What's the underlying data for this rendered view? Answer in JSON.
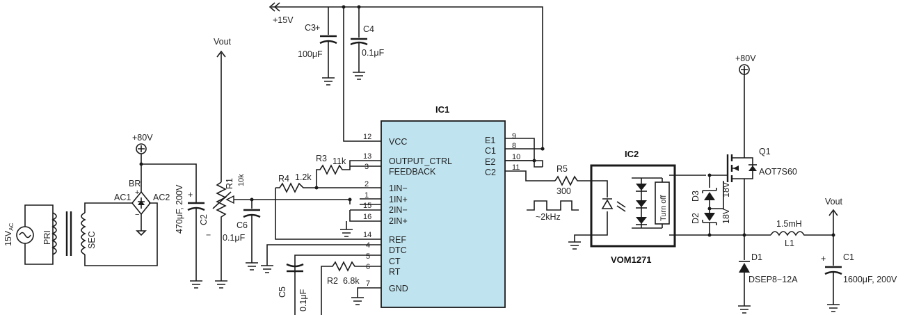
{
  "ic1": {
    "name": "IC1",
    "pins_left": [
      {
        "num": "12",
        "label": "VCC"
      },
      {
        "num": "13",
        "label": "OUTPUT_CTRL"
      },
      {
        "num": "3",
        "label": "FEEDBACK"
      },
      {
        "num": "2",
        "label": "1IN−"
      },
      {
        "num": "1",
        "label": "1IN+"
      },
      {
        "num": "15",
        "label": "2IN−"
      },
      {
        "num": "16",
        "label": "2IN+"
      },
      {
        "num": "14",
        "label": "REF"
      },
      {
        "num": "4",
        "label": "DTC"
      },
      {
        "num": "5",
        "label": "CT"
      },
      {
        "num": "6",
        "label": "RT"
      },
      {
        "num": "7",
        "label": "GND"
      }
    ],
    "pins_right": [
      {
        "num": "9",
        "label": "E1"
      },
      {
        "num": "8",
        "label": "C1"
      },
      {
        "num": "10",
        "label": "E2"
      },
      {
        "num": "11",
        "label": "C2"
      }
    ]
  },
  "ic2": {
    "name": "IC2",
    "part": "VOM1271",
    "inner_label": "Turn off"
  },
  "supply": {
    "plus15": "+15V",
    "plus80_left": "+80V",
    "plus80_right": "+80V"
  },
  "source": {
    "ac_label": "15V",
    "ac_sub": "AC",
    "pri": "PRI",
    "sec": "SEC"
  },
  "bridge": {
    "name": "BR",
    "ac1": "AC1",
    "ac2": "AC2",
    "plus": "+",
    "minus": "−"
  },
  "caps": {
    "c1_name": "C1",
    "c1_value": "1600μF, 200V",
    "c2_name": "C2",
    "c2_value": "470μF, 200V",
    "c3_name": "C3",
    "c3_value": "100μF",
    "c4_name": "C4",
    "c4_value": "0.1μF",
    "c5_name": "C5",
    "c5_value": "0.1μF",
    "c6_name": "C6",
    "c6_value": "0.1μF",
    "plus": "+"
  },
  "resistors": {
    "r1_name": "R1",
    "r1_value": "10k",
    "r2_name": "R2",
    "r2_value": "6.8k",
    "r3_name": "R3",
    "r3_value": "11k",
    "r4_name": "R4",
    "r4_value": "1.2k",
    "r5_name": "R5",
    "r5_value": "300"
  },
  "vout": {
    "left": "Vout",
    "right": "Vout"
  },
  "pulse": {
    "label": "~2kHz"
  },
  "diodes": {
    "d1_name": "D1",
    "d1_part": "DSEP8−12A",
    "d2_name": "D2",
    "d2_value": "18V",
    "d3_name": "D3",
    "d3_value": "18V"
  },
  "mosfet": {
    "name": "Q1",
    "part": "AOT7S60"
  },
  "inductor": {
    "name": "L1",
    "value": "1.5mH"
  },
  "c2_minus": "−"
}
